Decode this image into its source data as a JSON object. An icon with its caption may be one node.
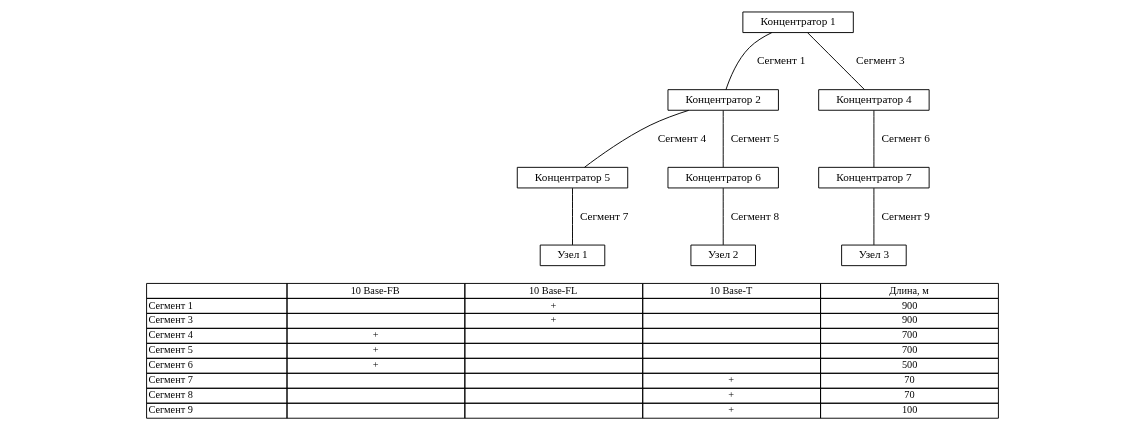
{
  "diagram": {
    "nodes": [
      {
        "text": [
          "Концентратор 1"
        ]
      },
      {
        "text": [
          "Концентратор 2"
        ]
      },
      {
        "text": [
          "Концентратор 4"
        ]
      },
      {
        "text": [
          "Концентратор 5"
        ]
      },
      {
        "text": [
          "Концентратор 6"
        ]
      },
      {
        "text": [
          "Концентратор 7"
        ]
      },
      {
        "text": [
          "Узел 1"
        ]
      },
      {
        "text": [
          "Узел 2"
        ]
      },
      {
        "text": [
          "Узел 3"
        ]
      }
    ],
    "edges": [
      {
        "from": 0,
        "to": 1,
        "arrow": "none",
        "label": "Сегмент 1"
      },
      {
        "from": 0,
        "to": 2,
        "arrow": "none",
        "label": "Сегмент 3"
      },
      {
        "from": 1,
        "to": 3,
        "arrow": "none",
        "label": "Сегмент 4"
      },
      {
        "from": 1,
        "to": 4,
        "arrow": "none",
        "label": "Сегмент 5"
      },
      {
        "from": 2,
        "to": 5,
        "arrow": "none",
        "label": "Сегмент 6"
      },
      {
        "from": 3,
        "to": 6,
        "arrow": "none",
        "label": "Сегмент 7"
      },
      {
        "from": 4,
        "to": 7,
        "arrow": "none",
        "label": "Сегмент 8"
      },
      {
        "from": 5,
        "to": 8,
        "arrow": "none",
        "label": "Сегмент 9"
      }
    ],
    "labels": [
      "10 Base-FB",
      "10 Base-FL",
      "10 Base-T",
      "Длина, м",
      "Сегмент 1",
      "+",
      "900",
      "Сегмент 3",
      "+",
      "900",
      "Сегмент 4",
      "+",
      "700",
      "Сегмент 5",
      "+",
      "700",
      "Сегмент 6",
      "+",
      "500",
      "Сегмент 7",
      "+",
      "70",
      "Сегмент 8",
      "+",
      "70",
      "Сегмент 9",
      "+",
      "100"
    ]
  }
}
